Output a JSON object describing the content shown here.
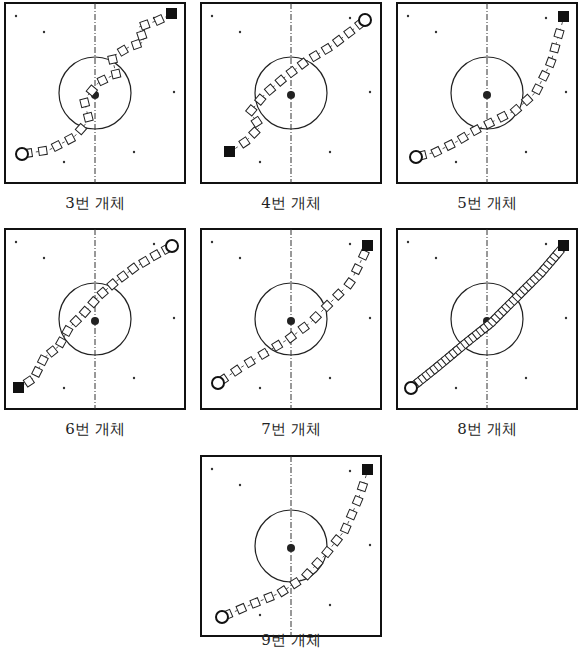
{
  "diagram": {
    "labels": [
      "3번 개체",
      "4번 개체",
      "5번 개체",
      "6번 개체",
      "7번 개체",
      "8번 개체",
      "9번 개체"
    ]
  }
}
